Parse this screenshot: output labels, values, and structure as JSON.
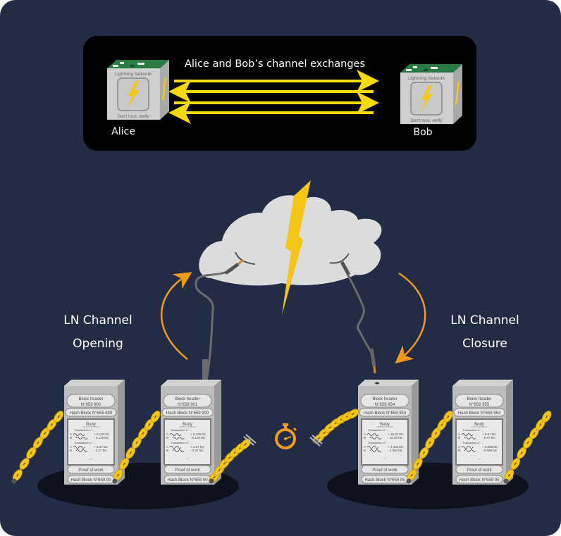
{
  "exchange_panel": {
    "title": "Alice and Bob’s channel exchanges",
    "alice_label": "Alice",
    "bob_label": "Bob",
    "node_brand": "Lightning Network",
    "node_motto": "Don't trust, verify",
    "arrows": [
      "right",
      "left",
      "right",
      "left"
    ]
  },
  "labels": {
    "opening_line1": "LN Channel",
    "opening_line2": "Opening",
    "closure_line1": "LN Channel",
    "closure_line2": "Closure"
  },
  "block_common": {
    "header": "Block header",
    "body": "Body",
    "tx_label": "Transaction n° ...",
    "ellipsis": "...",
    "pow": "Proof of work"
  },
  "blocks": [
    {
      "number": "N°659 900",
      "prev_hash": "Hash Block N°659 899",
      "next_hash": "Hash Block N°659 90",
      "tx1_a": "+ 0.125 btc",
      "tx1_b": "- 0.125 btc",
      "tx2_a": "+ 3.37 btc",
      "tx2_b": "- 3.37 btc"
    },
    {
      "number": "N°659 901",
      "prev_hash": "Hash Block N°659 900",
      "next_hash": "Hash Block N°659 90",
      "tx1_a": "+ 0.125 btc",
      "tx1_b": "- 0.125 btc",
      "tx2_a": "+ 2.37 btc",
      "tx2_b": "- 2.37 btc"
    },
    {
      "number": "N°659 954",
      "prev_hash": "Hash Block N°659 953",
      "next_hash": "Hash Block N°659 95",
      "tx1_a": "+ 15.20 btc",
      "tx1_b": "- 15.20 btc",
      "tx2_a": "+ 4.302 btc",
      "tx2_b": "- 4.302 btc"
    },
    {
      "number": "N°659 955",
      "prev_hash": "Hash Block N°659 954",
      "next_hash": "Hash Block N°659 95",
      "tx1_a": "+ 8.67 btc",
      "tx1_b": "- 8.67 btc",
      "tx2_a": "+ 0.098 btc",
      "tx2_b": "- 0.098 btc"
    }
  ],
  "icons": {
    "timer": "stopwatch-icon",
    "cloud": "cloud-icon",
    "bolt": "lightning-bolt-icon"
  },
  "colors": {
    "background": "#232c45",
    "panel": "#000000",
    "accent_yellow": "#f5c518",
    "accent_orange": "#f39a1e",
    "block_grey": "#bdbdbd",
    "cloud": "#dcdcdc"
  }
}
